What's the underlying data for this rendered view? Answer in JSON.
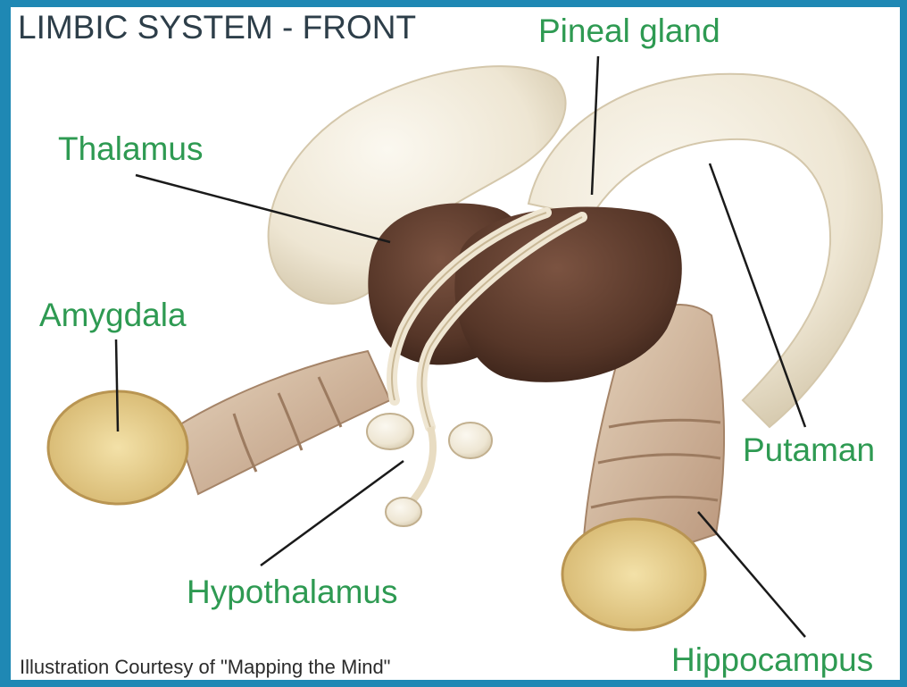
{
  "title": "LIMBIC SYSTEM - FRONT",
  "credit": "Illustration Courtesy of \"Mapping the Mind\"",
  "labels": {
    "pineal": "Pineal gland",
    "thalamus": "Thalamus",
    "amygdala": "Amygdala",
    "putaman": "Putaman",
    "hypothalamus": "Hypothalamus",
    "hippocampus": "Hippocampus"
  },
  "colors": {
    "border": "#1f88b4",
    "label_green": "#2e9a52",
    "title": "#2d3e49",
    "structure_cream": "#efe9d9",
    "thalamus_brown": "#5a3b2c",
    "amygdala_yellow": "#e8cf8f"
  }
}
